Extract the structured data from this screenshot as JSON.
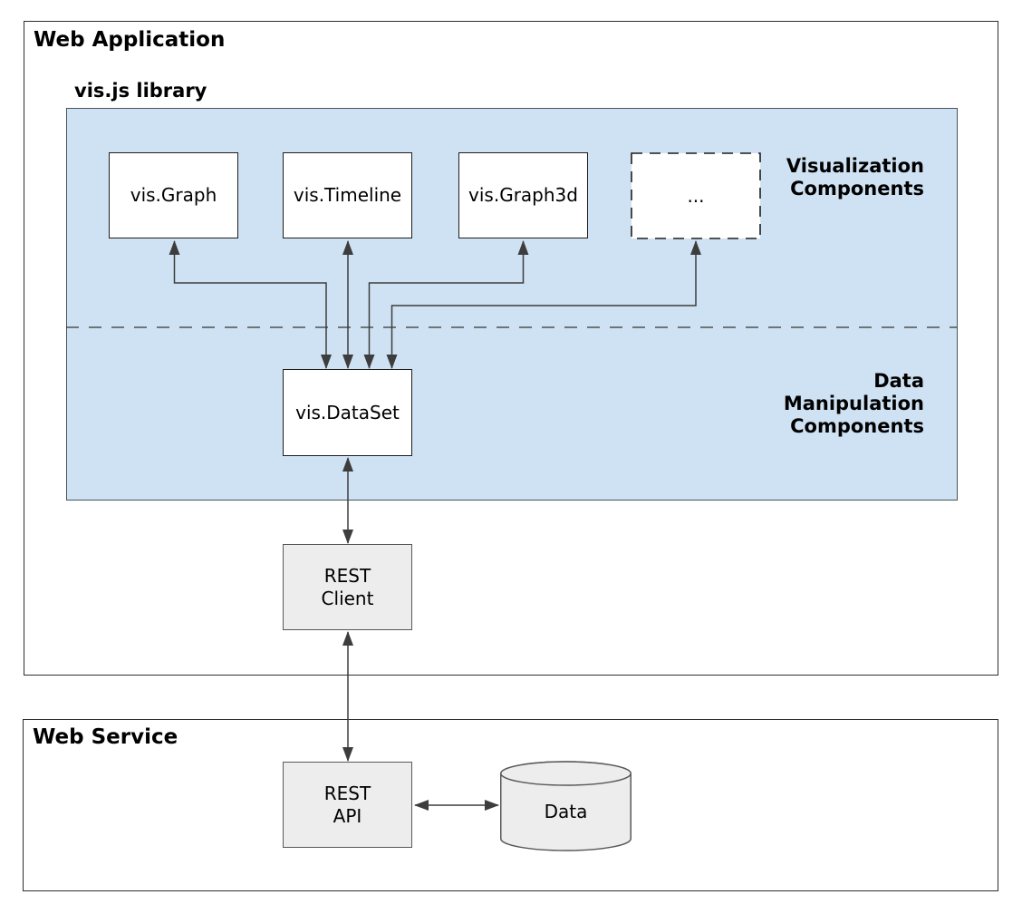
{
  "colors": {
    "panel_blue": "#cfe2f3",
    "box_gray_fill": "#ededed",
    "white_box_fill": "#ffffff",
    "arrow": "#3d3d3d"
  },
  "web_application": {
    "title": "Web Application",
    "visjs_library": {
      "title": "vis.js library",
      "visualization_components_label": "Visualization\nComponents",
      "data_manipulation_components_label": "Data\nManipulation\nComponents",
      "components": [
        {
          "label": "vis.Graph"
        },
        {
          "label": "vis.Timeline"
        },
        {
          "label": "vis.Graph3d"
        },
        {
          "label": "..."
        }
      ],
      "dataset": {
        "label": "vis.DataSet"
      }
    },
    "rest_client": {
      "label": "REST\nClient"
    }
  },
  "web_service": {
    "title": "Web Service",
    "rest_api": {
      "label": "REST\nAPI"
    },
    "data_store": {
      "label": "Data"
    }
  }
}
